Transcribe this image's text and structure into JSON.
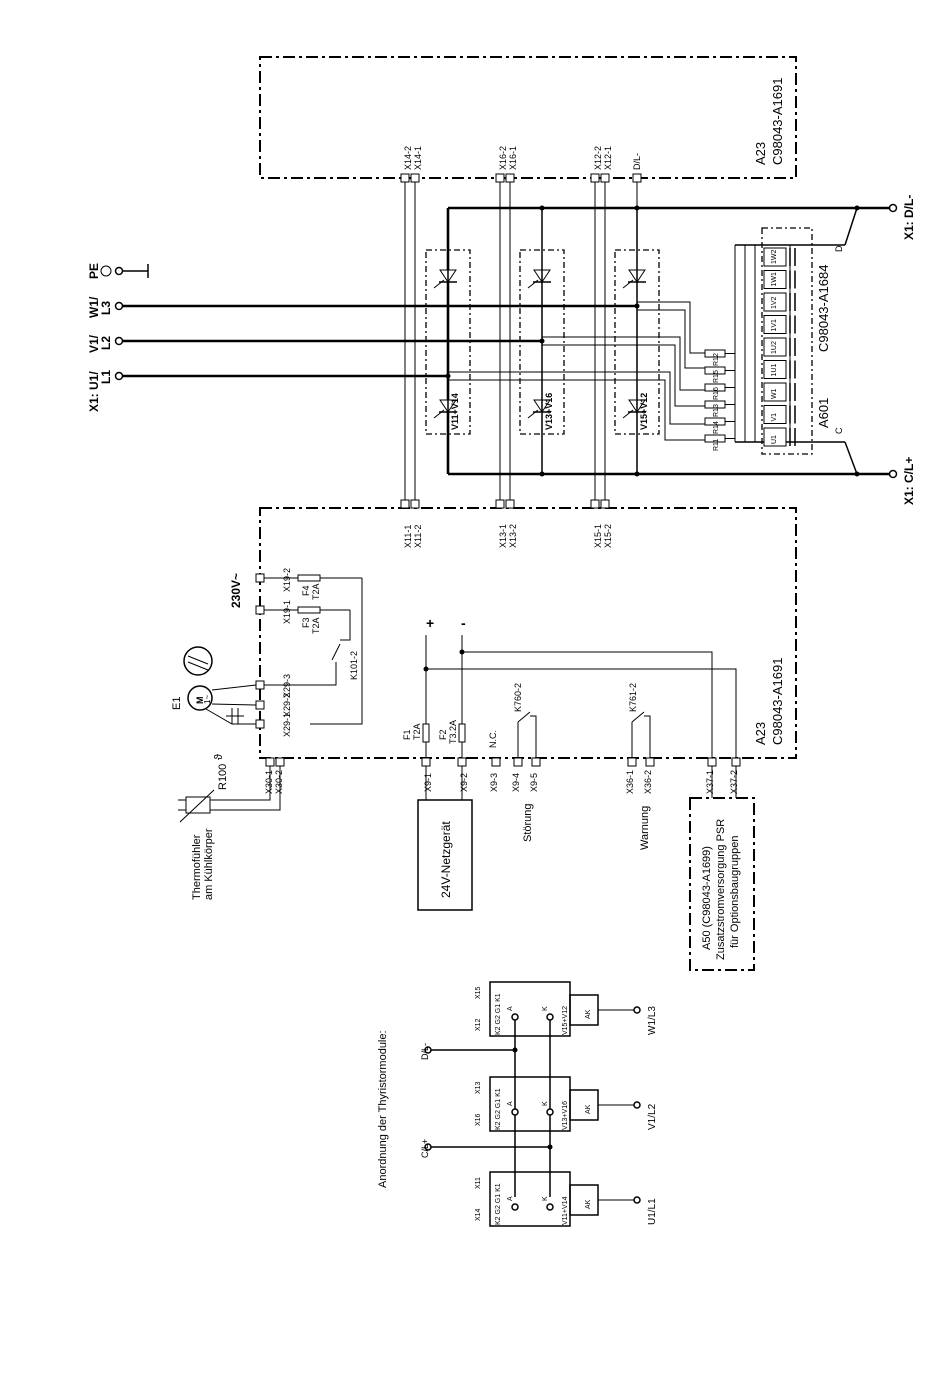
{
  "labels": {
    "a23_top": "A23",
    "a23_top_code": "C98043-A1691",
    "a23_bottom": "A23",
    "a23_bottom_code": "C98043-A1691",
    "x1_dminus": "X1: D/L-",
    "x1_cplus": "X1: C/L+",
    "x1_u1": "X1: U1/",
    "l1": "L1",
    "v1": "V1/",
    "l2": "L2",
    "w1": "W1/",
    "l3": "L3",
    "pe": "PE",
    "a601": "A601",
    "a601_code": "C98043-A1684",
    "thyristor_groups": [
      "V11+V14",
      "V13+V16",
      "V15+V12"
    ],
    "top_connectors": [
      [
        "X14-2",
        "X14-1"
      ],
      [
        "X16-2",
        "X16-1"
      ],
      [
        "X12-2",
        "X12-1"
      ]
    ],
    "top_dl": "D/L-",
    "bottom_connectors": [
      [
        "X11-1",
        "X11-2"
      ],
      [
        "X13-1",
        "X13-2"
      ],
      [
        "X15-1",
        "X15-2"
      ]
    ],
    "rc_modules": [
      "1W2",
      "1W1",
      "1V2",
      "1V1",
      "1U2",
      "1U1",
      "W1",
      "V1",
      "U1"
    ],
    "resistors": [
      "R12",
      "R15",
      "R16",
      "R13",
      "R14",
      "R11"
    ],
    "snubber_c": "C",
    "snubber_d": "D",
    "v230": "230V~",
    "x19_2": "X19-2",
    "x19_1": "X19-1",
    "f4": "F4",
    "f4_val": "T2A",
    "f3": "F3",
    "f3_val": "T2A",
    "k101": "K101-2",
    "x29_3": "X29-3",
    "x29_2": "X29-2",
    "x29_1": "X29-1",
    "e1": "E1",
    "motor": "M",
    "motor_phase": "1~",
    "plus": "+",
    "minus": "-",
    "f1": "F1",
    "f1_val": "T2A",
    "f2": "F2",
    "f2_val": "T3.2A",
    "nc": "N.C.",
    "k760": "K760-2",
    "k761": "K761-2",
    "x9_1": "X9-1",
    "x9_2": "X9-2",
    "x9_3": "X9-3",
    "x9_4": "X9-4",
    "x9_5": "X9-5",
    "x36_1": "X36-1",
    "x36_2": "X36-2",
    "x37_1": "X37-1",
    "x37_2": "X37-2",
    "x30_1": "X30-1",
    "x30_2": "X30-2",
    "r100": "R100",
    "theta": "ϑ",
    "thermo1": "Thermofühler",
    "thermo2": "am Kühlkörper",
    "psu": "24V-Netzgerät",
    "stoerung": "Störung",
    "warnung": "Warnung",
    "a50_1": "A50 (C98043-A1699)",
    "a50_2": "Zusatzstromversorgung PSR",
    "a50_3": "für Optionsbaugruppen",
    "arrangement": "Anordnung der Thyristormodule:",
    "mod_dl": "D/L-",
    "mod_cl": "C/L+",
    "mod_outputs": [
      "W1/L3",
      "V1/L2",
      "U1/L1"
    ],
    "mod_names": [
      "V15+V12",
      "V13+V16",
      "V11+V14"
    ],
    "mod_conn_a": [
      "X12",
      "X16",
      "X14"
    ],
    "mod_conn_b": [
      "X15",
      "X13",
      "X11"
    ],
    "mod_pins": "K2 G2  G1 K1",
    "mod_a": "A",
    "mod_k": "K",
    "mod_ak": "AK"
  }
}
